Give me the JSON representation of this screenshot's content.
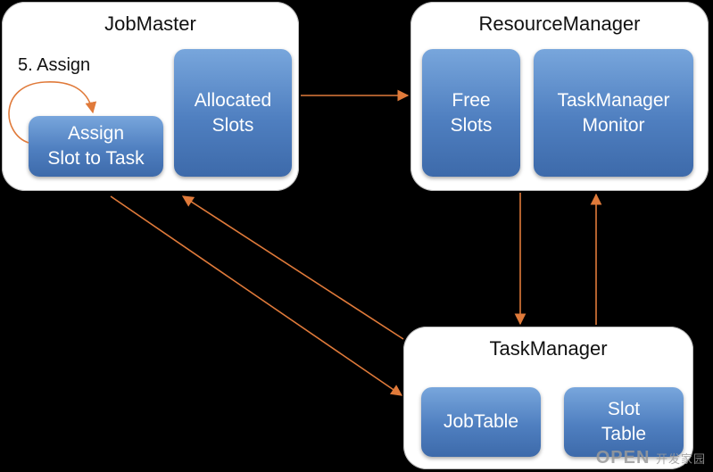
{
  "job_master": {
    "title": "JobMaster",
    "step_label": "5. Assign",
    "assign_block": [
      "Assign",
      "Slot to Task"
    ],
    "allocated_block": [
      "Allocated",
      "Slots"
    ]
  },
  "resource_manager": {
    "title": "ResourceManager",
    "free_block": [
      "Free",
      "Slots"
    ],
    "monitor_block": [
      "TaskManager",
      "Monitor"
    ]
  },
  "task_manager": {
    "title": "TaskManager",
    "jobtable_block": [
      "JobTable"
    ],
    "slottable_block": [
      "Slot",
      "Table"
    ]
  },
  "colors": {
    "arrow": "#e07a3a",
    "block": "#4f7fc0",
    "panel": "#ffffff",
    "background": "#000000"
  },
  "watermark": {
    "brand": "OPEN",
    "sub": "开发家园"
  }
}
